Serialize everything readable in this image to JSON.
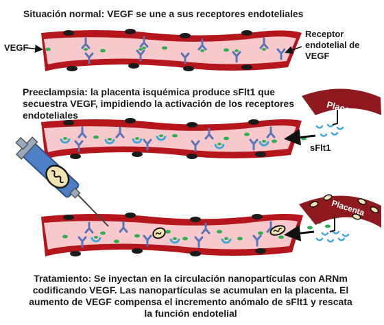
{
  "panels": {
    "normal_title": "Situación normal: VEGF se une a sus receptores endoteliales",
    "preeclampsia_title": "Preeclampsia: la placenta isquémica produce sFlt1 que secuestra VEGF, impidiendo la activación de los receptores endoteliales",
    "treatment_title": "Tratamiento: Se inyectan en la circulación nanopartículas con ARNm codificando VEGF. Las nanopartículas se acumulan en la placenta. El aumento de VEGF compensa el incremento anómalo de sFlt1 y rescata la función endotelial"
  },
  "labels": {
    "vegf": "VEGF",
    "receptor": "Receptor endotelial de VEGF",
    "sflt1": "sFlt1",
    "placenta_top": "Placenta",
    "placenta_bottom": "Placenta"
  },
  "colors": {
    "vessel_wall": "#b5161c",
    "vessel_lumen": "#f7c9cc",
    "nucleus": "#1b1b1b",
    "vegf": "#2db04b",
    "receptor": "#5b74b8",
    "sflt1": "#3ea7d8",
    "placenta": "#8e1a1f",
    "syringe_barrel": "#4d7fc4",
    "nanoparticle": "#f2e3b3"
  },
  "icons": [
    "syringe-icon",
    "placenta-icon",
    "arrow-icon",
    "nanoparticle-icon"
  ]
}
